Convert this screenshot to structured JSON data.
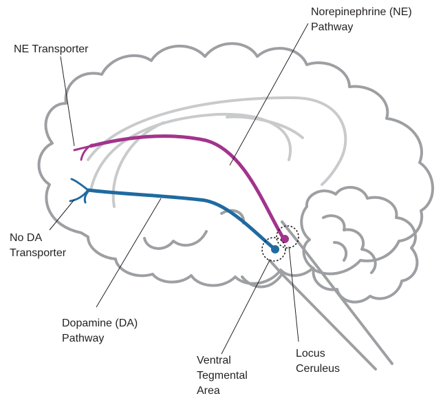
{
  "labels": {
    "ne_pathway": [
      "Norepinephrine (NE)",
      "Pathway"
    ],
    "ne_transporter": [
      "NE Transporter"
    ],
    "no_da_transporter": [
      "No DA",
      "Transporter"
    ],
    "da_pathway": [
      "Dopamine (DA)",
      "Pathway"
    ],
    "vta": [
      "Ventral",
      "Tegmental",
      "Area"
    ],
    "locus_ceruleus": [
      "Locus",
      "Ceruleus"
    ]
  },
  "colors": {
    "ne_pathway": "#a2348c",
    "da_pathway": "#1f6aa1",
    "brain_outline": "#9d9fa2",
    "inner_structures": "#c9cacc",
    "text": "#231f20"
  }
}
